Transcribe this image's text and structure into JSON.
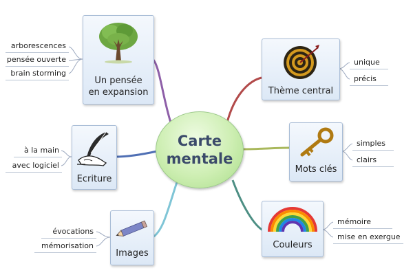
{
  "center": {
    "line1": "Carte",
    "line2": "mentale"
  },
  "branches": {
    "pensee": {
      "line1": "Un pensée",
      "line2": "en expansion",
      "icon": "tree-icon",
      "children": [
        "arborescences",
        "pensée ouverte",
        "brain storming"
      ]
    },
    "ecriture": {
      "label": "Ecriture",
      "icon": "quill-icon",
      "children": [
        "à la main",
        "avec logiciel"
      ]
    },
    "images": {
      "label": "Images",
      "icon": "pencil-icon",
      "children": [
        "évocations",
        "mémorisation"
      ]
    },
    "theme": {
      "label": "Thème central",
      "icon": "target-icon",
      "children": [
        "unique",
        "précis"
      ]
    },
    "mots": {
      "label": "Mots clés",
      "icon": "key-icon",
      "children": [
        "simples",
        "clairs"
      ]
    },
    "couleurs": {
      "label": "Couleurs",
      "icon": "rainbow-icon",
      "children": [
        "mémoire",
        "mise en exergue"
      ]
    }
  },
  "colors": {
    "center_fill": "#cdeeb2",
    "center_text": "#3b4a6a",
    "topic_fill": "#dce8f6",
    "topic_border": "#a8bcd6",
    "branch_pensee": "#8e5fa8",
    "branch_ecriture": "#4f6fb4",
    "branch_images": "#7fc5d6",
    "branch_theme": "#b24a4a",
    "branch_mots": "#a9b85c",
    "branch_couleurs": "#4d8f84"
  }
}
